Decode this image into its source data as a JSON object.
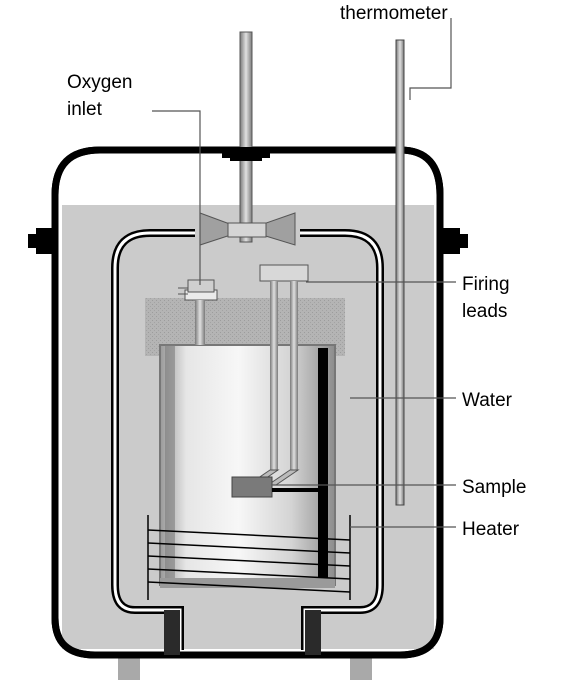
{
  "labels": {
    "thermometer": "thermometer",
    "oxygen_line1": "Oxygen",
    "oxygen_line2": "inlet",
    "firing_line1": "Firing",
    "firing_line2": "leads",
    "water": "Water",
    "sample": "Sample",
    "heater": "Heater"
  },
  "colors": {
    "water": "#cbcbcb",
    "outline": "#000000",
    "lid_texture": "#b0b0b0",
    "bucket": "#e8e8e8",
    "metal_light": "#f4f4f4",
    "metal_dark": "#8a8a8a"
  }
}
